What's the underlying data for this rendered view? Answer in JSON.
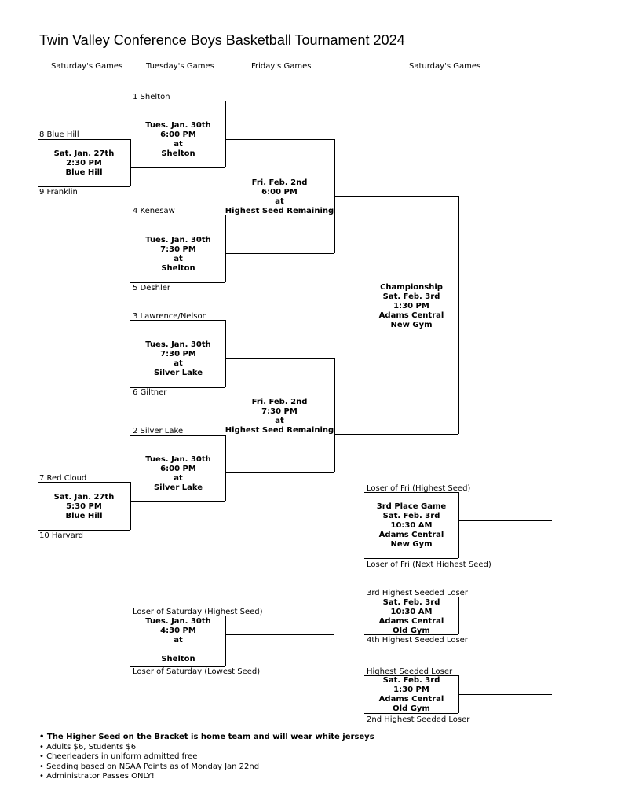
{
  "title": "Twin Valley Conference Boys Basketball Tournament 2024",
  "column_headers": [
    "Saturday's Games",
    "Tuesday's Games",
    "Friday's Games",
    "Saturday's Games"
  ],
  "teams": {
    "shelton": "1 Shelton",
    "blue_hill": "8 Blue Hill",
    "franklin": "9 Franklin",
    "kenesaw": "4 Kenesaw",
    "deshler": "5 Deshler",
    "lawrence_nelson": "3 Lawrence/Nelson",
    "giltner": "6 Giltner",
    "silver_lake": "2 Silver Lake",
    "red_cloud": "7 Red Cloud",
    "harvard": "10 Harvard",
    "loser_sat_high": "Loser of Saturday (Highest Seed)",
    "loser_sat_low": "Loser of Saturday (Lowest Seed)",
    "loser_fri_high": "Loser of Fri (Highest Seed)",
    "loser_fri_next": "Loser of Fri (Next Highest Seed)",
    "third_seeded_loser": "3rd Highest Seeded Loser",
    "fourth_seeded_loser": "4th Highest Seeded Loser",
    "highest_seeded_loser": "Highest Seeded Loser",
    "second_seeded_loser": "2nd Highest Seeded Loser"
  },
  "games": {
    "sat1": [
      "Sat. Jan. 27th",
      "2:30 PM",
      "Blue Hill"
    ],
    "sat2": [
      "Sat. Jan. 27th",
      "5:30 PM",
      "Blue Hill"
    ],
    "tue1": [
      "Tues. Jan. 30th",
      "6:00 PM",
      "at",
      "Shelton"
    ],
    "tue2": [
      "Tues. Jan. 30th",
      "7:30 PM",
      "at",
      "Shelton"
    ],
    "tue3": [
      "Tues. Jan. 30th",
      "7:30 PM",
      "at",
      "Silver Lake"
    ],
    "tue4": [
      "Tues. Jan. 30th",
      "6:00 PM",
      "at",
      "Silver Lake"
    ],
    "tue5": [
      "Tues. Jan. 30th",
      "4:30 PM",
      "at",
      "",
      "Shelton"
    ],
    "fri1": [
      "Fri. Feb. 2nd",
      "6:00 PM",
      "at",
      "Highest Seed Remaining"
    ],
    "fri2": [
      "Fri. Feb. 2nd",
      "7:30 PM",
      "at",
      "Highest Seed Remaining"
    ],
    "championship": [
      "Championship",
      "Sat. Feb. 3rd",
      "1:30 PM",
      "Adams Central",
      "New Gym"
    ],
    "third_place": [
      "3rd Place Game",
      "Sat. Feb. 3rd",
      "10:30 AM",
      "Adams Central",
      "New Gym"
    ],
    "cons1": [
      "Sat. Feb. 3rd",
      "10:30 AM",
      "Adams Central",
      "Old Gym"
    ],
    "cons2": [
      "Sat. Feb. 3rd",
      "1:30 PM",
      "Adams Central",
      "Old Gym"
    ]
  },
  "notes": [
    "• The Higher Seed on the Bracket is home team and will wear white jerseys",
    "• Adults $6, Students $6",
    "• Cheerleaders in uniform admitted free",
    "• Seeding based on NSAA Points as of Monday Jan 22nd",
    "• Administrator Passes ONLY!"
  ]
}
